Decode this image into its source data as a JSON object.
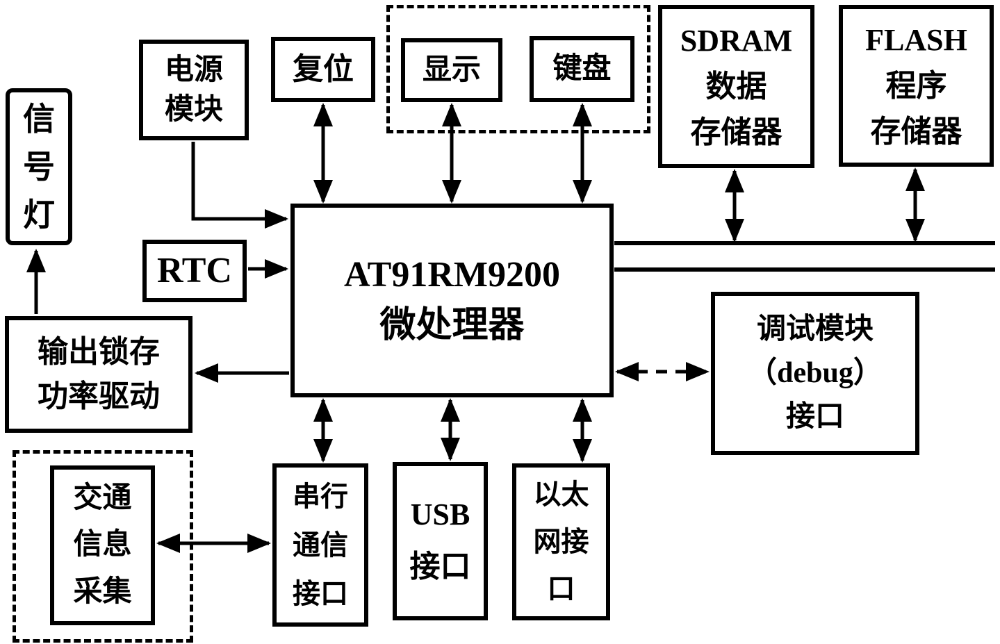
{
  "diagram": {
    "blocks": {
      "signal_light": {
        "label": "信\n号\n灯"
      },
      "power_module": {
        "label": "电源\n模块"
      },
      "reset": {
        "label": "复位"
      },
      "display": {
        "label": "显示"
      },
      "keyboard": {
        "label": "键盘"
      },
      "sdram": {
        "label": "SDRAM\n数据\n存储器"
      },
      "flash": {
        "label": "FLASH\n程序\n存储器"
      },
      "rtc": {
        "label": "RTC"
      },
      "mcu": {
        "label": "AT91RM9200\n微处理器"
      },
      "output_latch": {
        "label": "输出锁存\n功率驱动"
      },
      "debug_interface": {
        "label": "调试模块\n（debug）\n接口"
      },
      "traffic_collection": {
        "label": "交通\n信息\n采集"
      },
      "serial_interface": {
        "label": "串行\n通信\n接口"
      },
      "usb_interface": {
        "label": "USB\n接口"
      },
      "ethernet_interface": {
        "label": "以太\n网接\n口"
      }
    },
    "connections": [
      {
        "from": "power_module",
        "to": "mcu",
        "type": "arrow"
      },
      {
        "from": "rtc",
        "to": "mcu",
        "type": "arrow"
      },
      {
        "from": "reset",
        "to": "mcu",
        "type": "double-arrow"
      },
      {
        "from": "display",
        "to": "mcu",
        "type": "double-arrow"
      },
      {
        "from": "keyboard",
        "to": "mcu",
        "type": "double-arrow"
      },
      {
        "from": "sdram",
        "to": "bus",
        "type": "double-arrow"
      },
      {
        "from": "flash",
        "to": "bus",
        "type": "double-arrow"
      },
      {
        "from": "mcu",
        "to": "output_latch",
        "type": "arrow"
      },
      {
        "from": "output_latch",
        "to": "signal_light",
        "type": "arrow"
      },
      {
        "from": "mcu",
        "to": "debug_interface",
        "type": "double-arrow-dashed"
      },
      {
        "from": "mcu",
        "to": "serial_interface",
        "type": "double-arrow"
      },
      {
        "from": "mcu",
        "to": "usb_interface",
        "type": "double-arrow"
      },
      {
        "from": "mcu",
        "to": "ethernet_interface",
        "type": "double-arrow"
      },
      {
        "from": "traffic_collection",
        "to": "serial_interface",
        "type": "double-arrow"
      }
    ],
    "colors": {
      "ink": "#000000",
      "background": "#ffffff"
    }
  }
}
